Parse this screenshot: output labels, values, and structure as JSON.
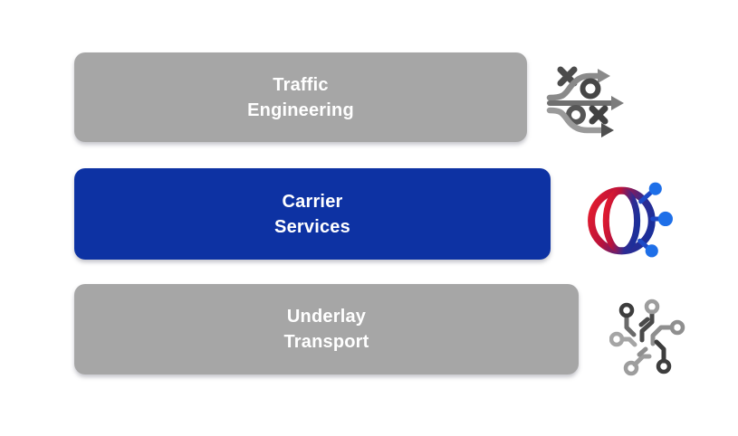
{
  "page": {
    "background": "#ffffff"
  },
  "diagram": {
    "layers": [
      {
        "name": "traffic-engineering",
        "label_line1": "Traffic",
        "label_line2": "Engineering",
        "fill": "#a6a6a6",
        "text_color": "#ffffff",
        "icon": "tactics-arrows-icon"
      },
      {
        "name": "carrier-services",
        "label_line1": "Carrier",
        "label_line2": "Services",
        "fill": "#0d32a3",
        "text_color": "#ffffff",
        "icon": "globe-network-icon"
      },
      {
        "name": "underlay-transport",
        "label_line1": "Underlay",
        "label_line2": "Transport",
        "fill": "#a6a6a6",
        "text_color": "#ffffff",
        "icon": "circuit-nodes-icon"
      }
    ],
    "icon_colors": {
      "gray_dark": "#4a4a4a",
      "gray_mid": "#6f6f6f",
      "gray_light": "#9a9a9a",
      "globe_red": "#e01a2e",
      "globe_navy": "#1b2f9a",
      "dot_blue": "#1e6fe8",
      "connector_blue": "#1d49c6"
    }
  }
}
